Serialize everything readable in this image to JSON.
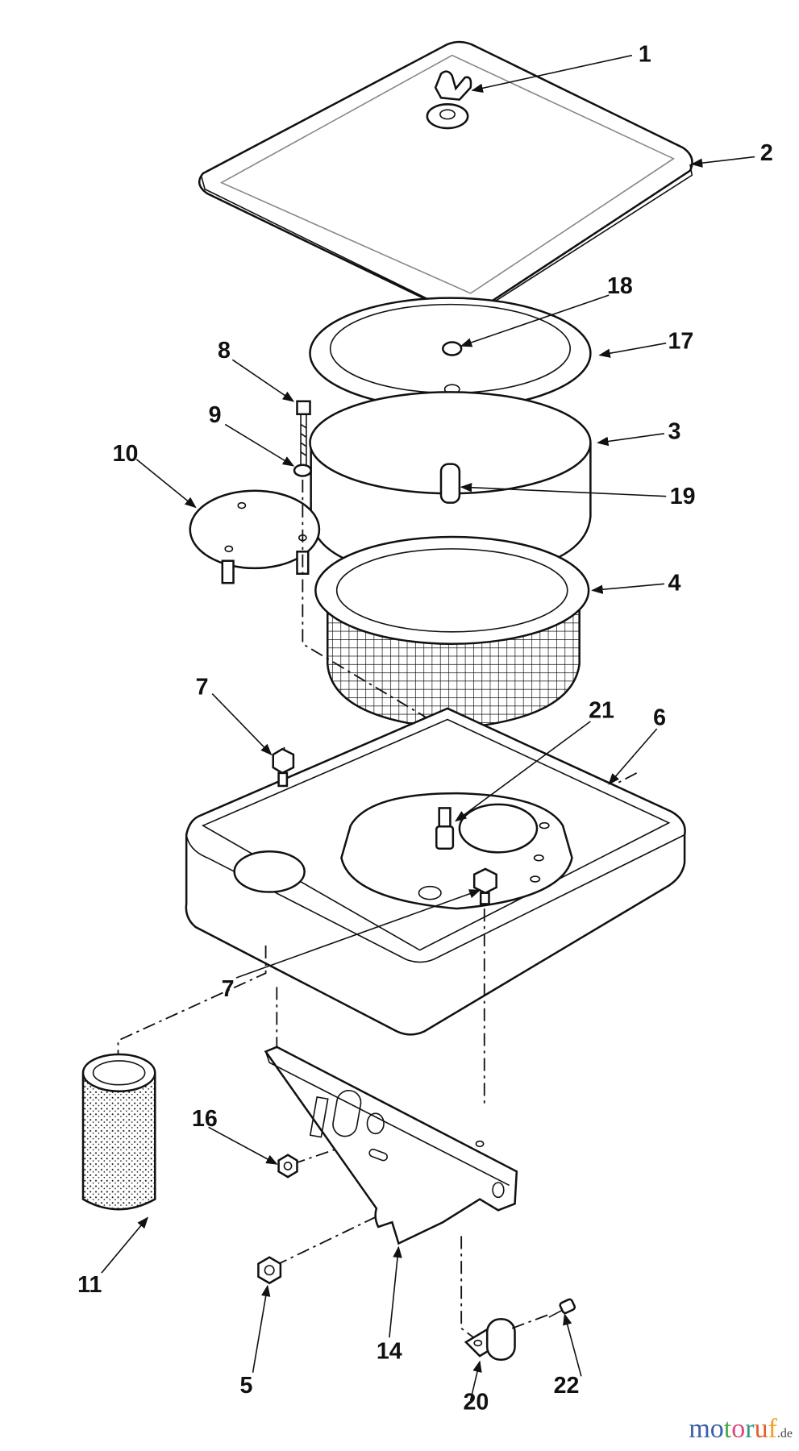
{
  "diagram": {
    "type": "exploded parts diagram",
    "callouts": [
      "1",
      "2",
      "18",
      "17",
      "8",
      "9",
      "3",
      "10",
      "19",
      "4",
      "7",
      "21",
      "6",
      "7",
      "16",
      "11",
      "5",
      "14",
      "20",
      "22"
    ]
  },
  "watermark": {
    "text": "motoruf",
    "suffix": ".de",
    "colors": [
      "#3a5fa8",
      "#3a5fa8",
      "#4aa84a",
      "#e0457b",
      "#2e9a8a",
      "#e0602a",
      "#f0a020",
      "#e8c020"
    ]
  }
}
